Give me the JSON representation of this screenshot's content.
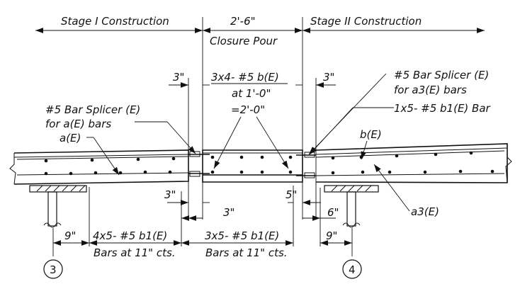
{
  "labels": {
    "stage1": "Stage I Construction",
    "stage2": "Stage II Construction",
    "closure_width": "2'-6\"",
    "closure_pour": "Closure Pour",
    "left_3in": "3\"",
    "right_3in": "3\"",
    "b_bars": "3x4- #5 b(E)",
    "b_spacing": "at 1'-0\"",
    "b_total": "=2'-0\"",
    "splicer_left_1": "#5 Bar Splicer (E)",
    "splicer_left_2": "for a(E) bars",
    "splicer_right_1": "#5 Bar Splicer (E)",
    "splicer_right_2": "for a3(E) bars",
    "b1_bar": "1x5- #5 b1(E) Bar",
    "aE": "a(E)",
    "bE": "b(E)",
    "a3E": "a3(E)",
    "dim_3in_a": "3\"",
    "dim_5in": "5\"",
    "dim_3in_b": "3\"",
    "dim_6in": "6\"",
    "dim_9in_left": "9\"",
    "dim_9in_right": "9\"",
    "b1_left": "4x5- #5 b1(E)",
    "b1_mid": "3x5- #5 b1(E)",
    "bars_left": "Bars at 11\" cts.",
    "bars_right": "Bars at 11\" cts.",
    "grid_3": "3",
    "grid_4": "4"
  }
}
